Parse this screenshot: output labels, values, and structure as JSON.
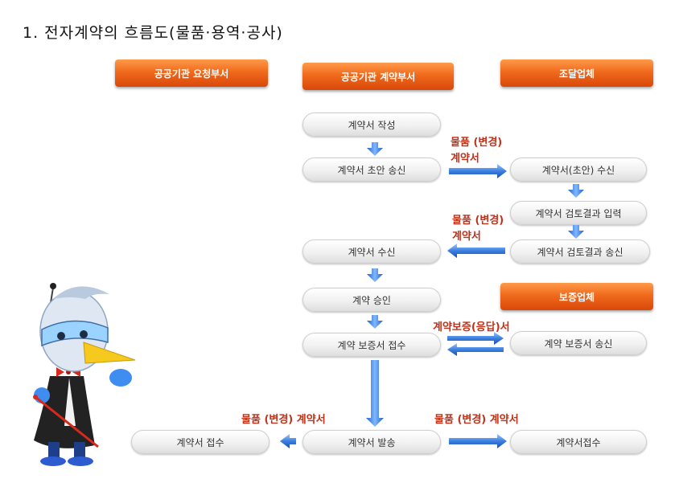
{
  "title": "1. 전자계약의 흐름도(물품·용역·공사)",
  "headers": {
    "requesting_dept": "공공기관 요청부서",
    "contract_dept": "공공기관 계약부서",
    "supplier": "조달업체",
    "guarantor": "보증업체"
  },
  "steps": {
    "draft": "계약서 작성",
    "send_draft": "계약서 초안 송신",
    "receive_draft": "계약서(초안) 수신",
    "enter_review": "계약서 검토결과 입력",
    "send_review": "계약서 검토결과 송신",
    "receive_contract": "계약서 수신",
    "approve": "계약 승인",
    "receive_guarantee": "계약 보증서 접수",
    "send_guarantee": "계약 보증서 송신",
    "issue_contract": "계약서 발송",
    "accept_contract": "계약서 접수",
    "supplier_accept": "계약서접수"
  },
  "labels": {
    "change_contract_1_line1": "물품 (변경)",
    "change_contract_1_line2": "계약서",
    "change_contract_2_line1": "물품 (변경)",
    "change_contract_2_line2": "계약서",
    "guarantee_response": "계약보증(응답)서",
    "change_contract_left": "물품 (변경) 계약서",
    "change_contract_right": "물품 (변경) 계약서"
  },
  "colors": {
    "header_orange": "#f06a1c",
    "arrow_blue": "#3b7fe0",
    "label_red": "#c0311a"
  },
  "icons": [
    "mascot-bird-icon"
  ]
}
